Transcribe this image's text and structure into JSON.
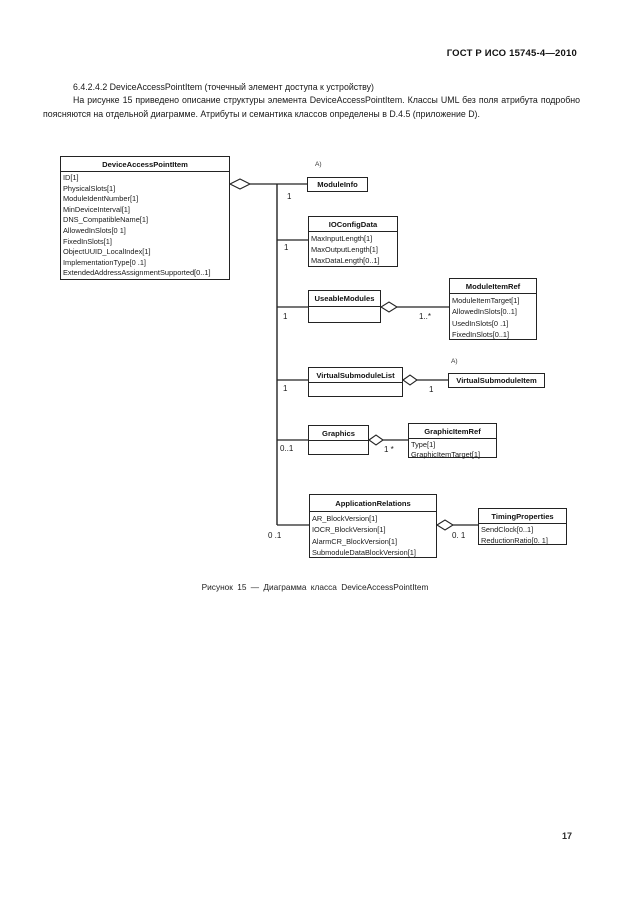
{
  "header": {
    "standard": "ГОСТ Р ИСО 15745-4—2010",
    "page_number": "17"
  },
  "text": {
    "heading": "6.4.2.4.2 DeviceAccessPointItem (точечный элемент доступа к устройству)",
    "paragraph": "На рисунке 15 приведено описание структуры элемента DeviceAccessPointItem. Классы UML без поля атрибута подробно поясняются на отдельной диаграмме. Атрибуты и семантика классов определены в D.4.5 (приложение D).",
    "figure_caption": "Рисунок 15 — Диаграмма класса DeviceAccessPointItem"
  },
  "diagram": {
    "footnote_marker": "А)",
    "classes": {
      "device_access_point_item": {
        "name": "DeviceAccessPointItem",
        "attributes": [
          "ID[1]",
          "PhysicalSlots[1]",
          "ModuleIdentNumber[1]",
          "MinDeviceInterval[1]",
          "DNS_CompatibleName[1]",
          "AllowedInSlots[0 1]",
          "FixedInSlots[1]",
          "ObjectUUID_LocalIndex[1]",
          "ImplementationType[0 .1]",
          "ExtendedAddressAssignmentSupported[0..1]"
        ]
      },
      "module_info": {
        "name": "ModuleInfo"
      },
      "io_config_data": {
        "name": "IOConfigData",
        "attributes": [
          "MaxInputLength[1]",
          "MaxOutputLength[1]",
          "MaxDataLength[0..1]"
        ]
      },
      "useable_modules": {
        "name": "UseableModules"
      },
      "module_item_ref": {
        "name": "ModuleItemRef",
        "attributes": [
          "ModuleItemTarget[1]",
          "AllowedInSlots[0..1]",
          "UsedInSlots[0 .1]",
          "FixedInSlots[0..1]"
        ]
      },
      "virtual_submodule_list": {
        "name": "VirtualSubmoduleList"
      },
      "virtual_submodule_item": {
        "name": "VirtualSubmoduleItem"
      },
      "graphics": {
        "name": "Graphics"
      },
      "graphic_item_ref": {
        "name": "GraphicItemRef",
        "attributes": [
          "Type[1]",
          "GraphicItemTarget[1]"
        ]
      },
      "application_relations": {
        "name": "ApplicationRelations",
        "attributes": [
          "AR_BlockVersion[1]",
          "IOCR_BlockVersion[1]",
          "AlarmCR_BlockVersion[1]",
          "SubmoduleDataBlockVersion[1]"
        ]
      },
      "timing_properties": {
        "name": "TimingProperties",
        "attributes": [
          "SendClock[0..1]",
          "ReductionRatio[0. 1]"
        ]
      }
    },
    "multiplicities": {
      "module_info": "1",
      "io_config_data": "1",
      "useable_modules": "1",
      "module_item_ref": "1..*",
      "virtual_submodule_list": "1",
      "virtual_submodule_item": "1",
      "graphics": "0..1",
      "graphic_item_ref": "1 *",
      "application_relations": "0 .1",
      "timing_properties": "0. 1"
    }
  }
}
